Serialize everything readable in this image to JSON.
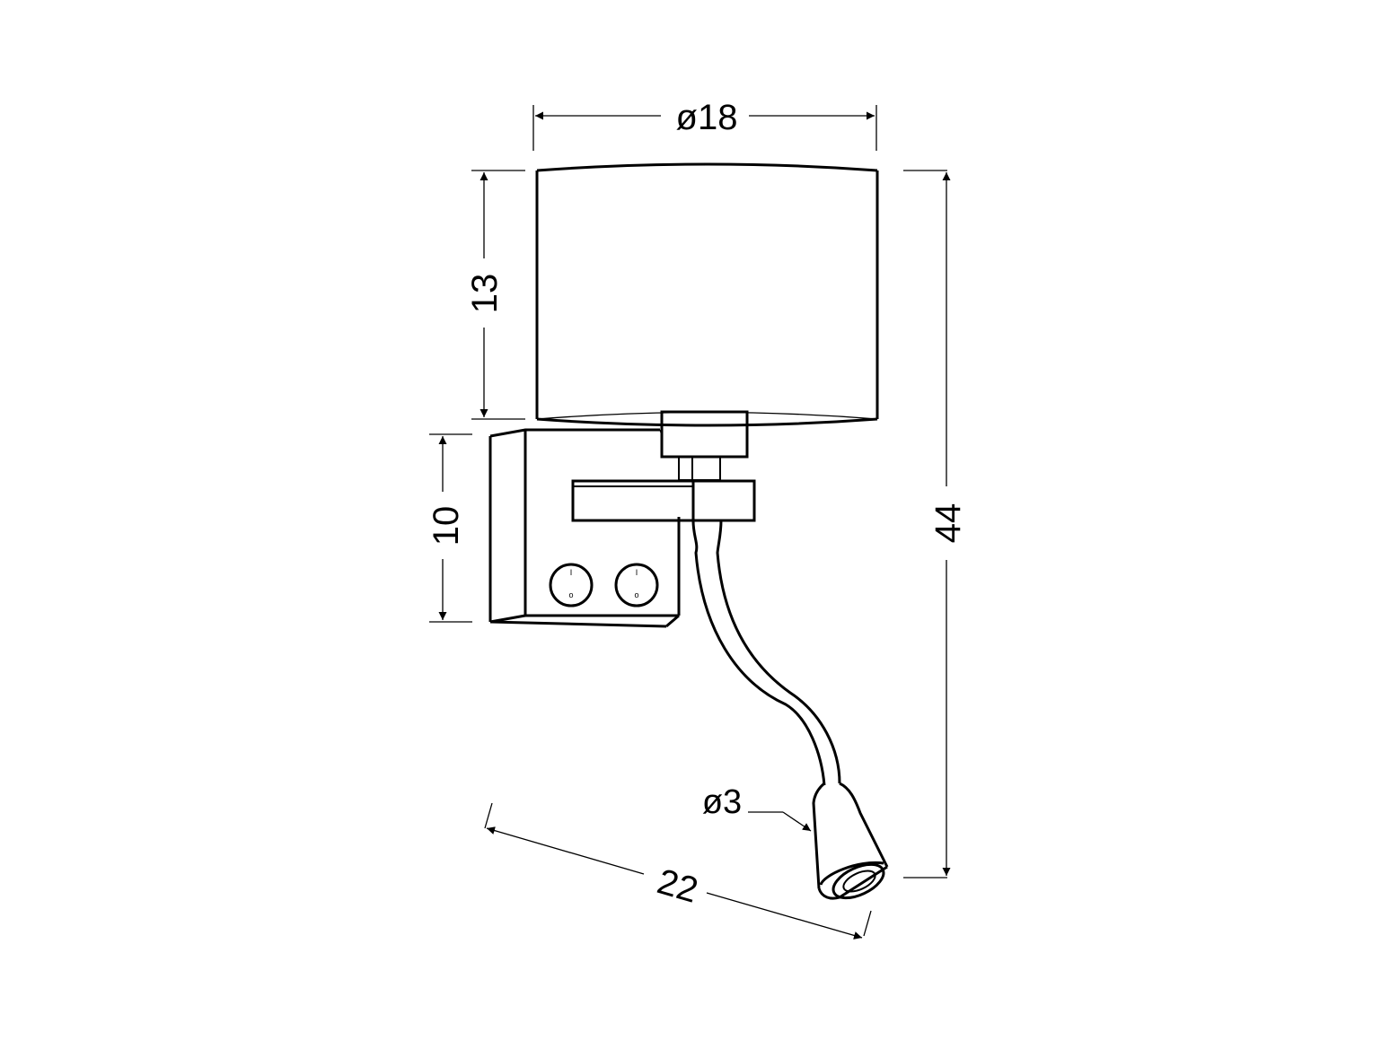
{
  "dimensions": {
    "shade_diameter": "ø18",
    "shade_height": "13",
    "total_height": "44",
    "base_height": "10",
    "projection": "22",
    "head_diameter": "ø3"
  },
  "switches": {
    "left_on": "I",
    "left_off": "o",
    "right_on": "I",
    "right_off": "o"
  },
  "colors": {
    "stroke": "#000000",
    "background": "#ffffff"
  }
}
